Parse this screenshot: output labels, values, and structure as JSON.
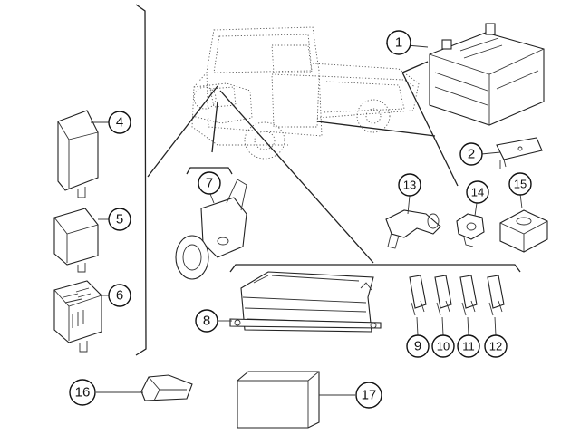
{
  "callouts": [
    {
      "id": "1",
      "label": "1"
    },
    {
      "id": "2",
      "label": "2"
    },
    {
      "id": "4",
      "label": "4"
    },
    {
      "id": "5",
      "label": "5"
    },
    {
      "id": "6",
      "label": "6"
    },
    {
      "id": "7",
      "label": "7"
    },
    {
      "id": "8",
      "label": "8"
    },
    {
      "id": "9",
      "label": "9"
    },
    {
      "id": "10",
      "label": "10"
    },
    {
      "id": "11",
      "label": "11"
    },
    {
      "id": "12",
      "label": "12"
    },
    {
      "id": "13",
      "label": "13"
    },
    {
      "id": "14",
      "label": "14"
    },
    {
      "id": "15",
      "label": "15"
    },
    {
      "id": "16",
      "label": "16"
    },
    {
      "id": "17",
      "label": "17"
    }
  ]
}
